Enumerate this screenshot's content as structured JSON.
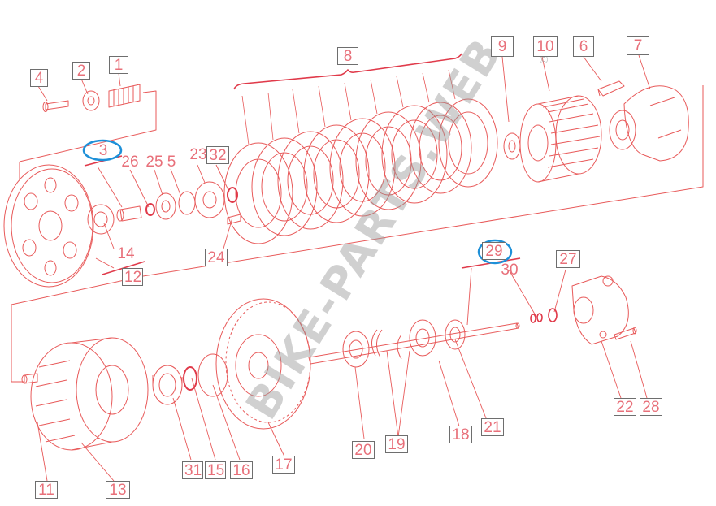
{
  "watermark": {
    "text": "BIKE-PARTS.WEB",
    "mark": "©",
    "color": "#999999"
  },
  "colors": {
    "line": "#e85a5a",
    "label_text": "#e8707a",
    "label_border": "#6e6e6e",
    "highlight_ring": "#1e90d8"
  },
  "labels": {
    "p1": "1",
    "p2": "2",
    "p3": "3",
    "p4": "4",
    "p5": "5",
    "p6": "6",
    "p7": "7",
    "p8": "8",
    "p9": "9",
    "p10": "10",
    "p11": "11",
    "p12": "12",
    "p13": "13",
    "p14": "14",
    "p15": "15",
    "p16": "16",
    "p17": "17",
    "p18": "18",
    "p19": "19",
    "p20": "20",
    "p21": "21",
    "p22": "22",
    "p23": "23",
    "p24": "24",
    "p25": "25",
    "p26": "26",
    "p27": "27",
    "p28": "28",
    "p29": "29",
    "p30": "30",
    "p31": "31",
    "p32": "32"
  },
  "highlighted": [
    "3",
    "29"
  ]
}
